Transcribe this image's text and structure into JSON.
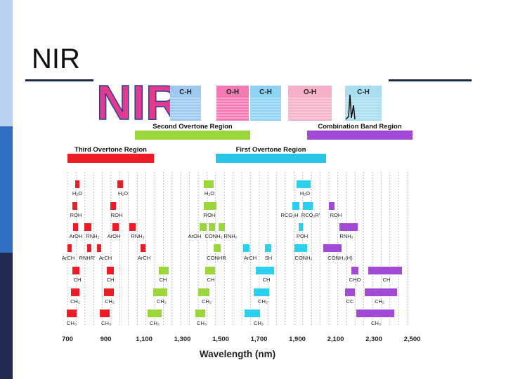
{
  "slide": {
    "title": "NIR"
  },
  "header_logo": {
    "text": "NIR"
  },
  "header_boxes": [
    {
      "label": "C-H",
      "color": "#9ec9ef"
    },
    {
      "label": "O-H",
      "color": "#f478b4"
    },
    {
      "label": "C-H",
      "color": "#8fd3f4"
    },
    {
      "label": "O-H",
      "color": "#f6b0c9"
    },
    {
      "label": "C-H",
      "color": "#a9ddf0"
    }
  ],
  "regions": [
    {
      "label": "Second Overtone Region",
      "color": "#9bd63b"
    },
    {
      "label": "Combination Band Region",
      "color": "#a24ad6"
    },
    {
      "label": "Third Overtone Region",
      "color": "#ee1c24"
    },
    {
      "label": "First Overtone Region",
      "color": "#27c6e6"
    }
  ],
  "colors": {
    "red": "#ee1c24",
    "green": "#9bd63b",
    "cyan": "#2ad0f0",
    "purple": "#a24ad6"
  },
  "chart_data": {
    "type": "other",
    "xlabel": "Wavelength  (nm)",
    "ticks": [
      "700",
      "900",
      "1,100",
      "1,300",
      "1,500",
      "1,700",
      "1,900",
      "2,100",
      "2,300",
      "2,500"
    ],
    "band_labels": [
      "H₂O",
      "H₂O",
      "H₂O",
      "H₂O",
      "ROH",
      "ROH",
      "ROH",
      "RCO₂H",
      "RCO₂R'",
      "ROH",
      "ArOH",
      "RNH₂",
      "ArOH",
      "RNH₂",
      "ArOH",
      "CONH₂",
      "RNH₂",
      "POH",
      "RNH₂",
      "ArCH",
      "RNHR'",
      "ArCH",
      "ArCH",
      "CONHR",
      "ArCH",
      "SH",
      "CONH₂",
      "CONH₂(H)",
      "CH",
      "CH",
      "CH",
      "CH",
      "CH",
      "CHO",
      "CH",
      "CH₂",
      "CH₂",
      "CH₂",
      "CH₂",
      "CH₂",
      "CC",
      "CH₂",
      "CH₃",
      "CH₃",
      "CH₃",
      "CH₃",
      "CH₃",
      "CH₃"
    ]
  }
}
